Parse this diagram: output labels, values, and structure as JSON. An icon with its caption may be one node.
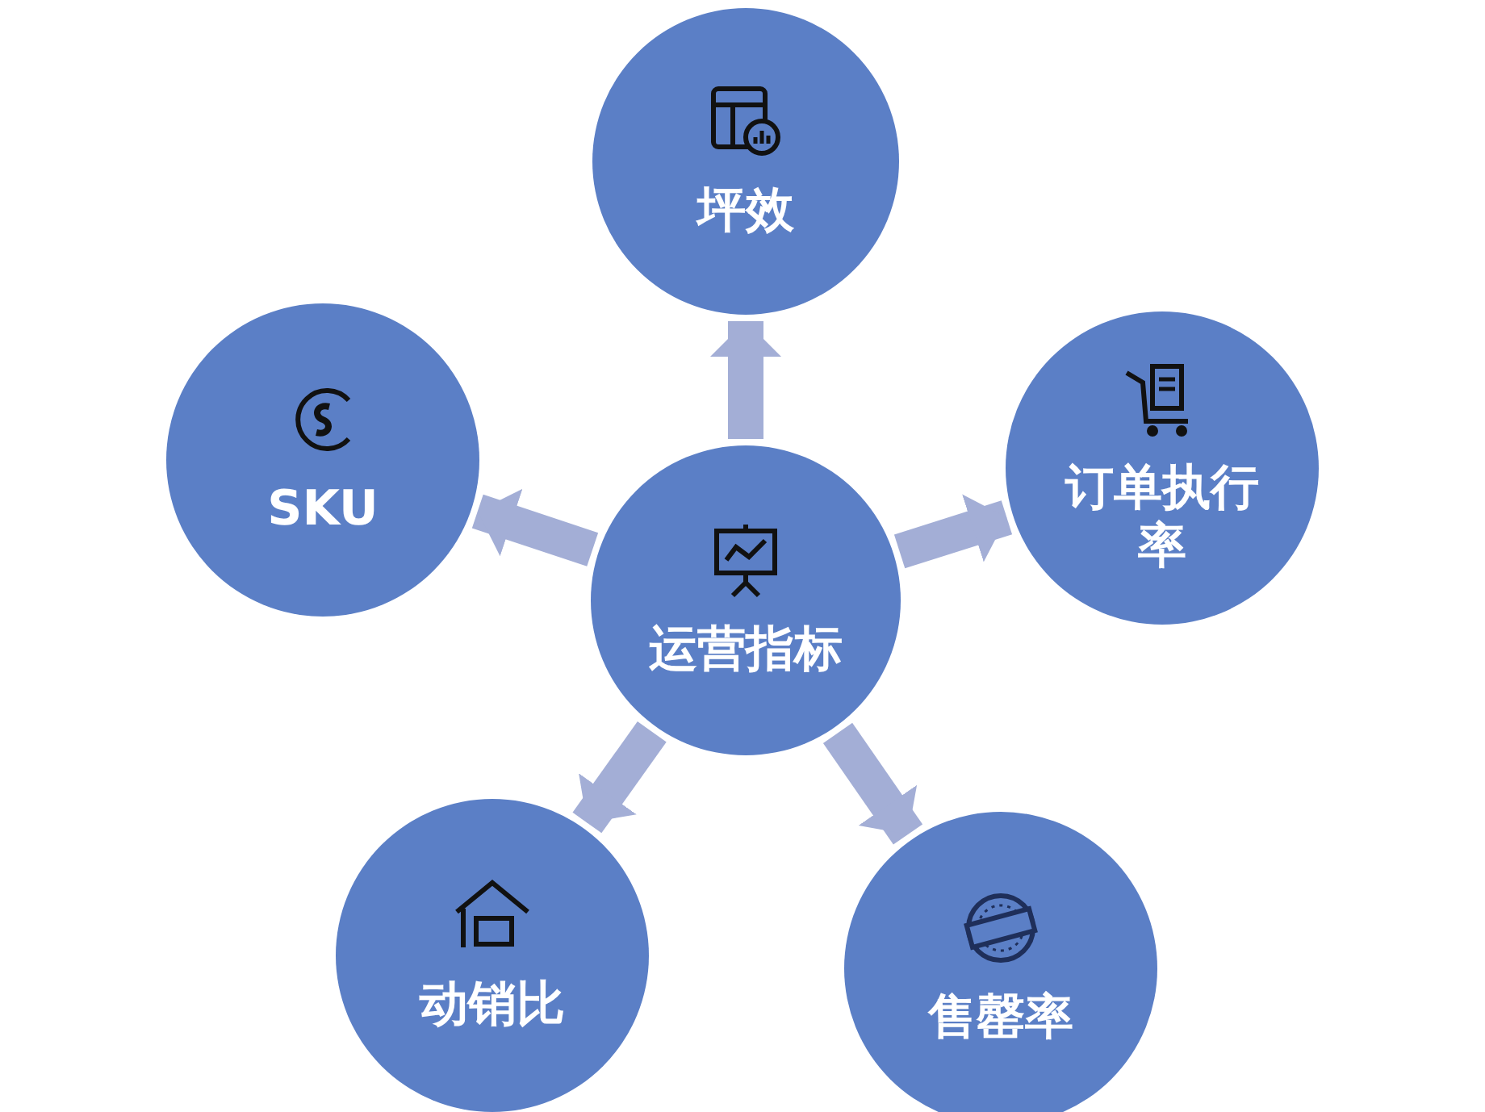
{
  "diagram": {
    "nodes": [
      {
        "text": [
          "运营指标"
        ]
      },
      {
        "text": [
          "坪效"
        ]
      },
      {
        "text": [
          "SKU"
        ]
      },
      {
        "text": [
          "订单执行率"
        ]
      },
      {
        "text": [
          "动销比"
        ]
      },
      {
        "text": [
          "售罄率"
        ]
      }
    ],
    "edges": [
      {
        "from": 0,
        "to": 1,
        "arrow": "to"
      },
      {
        "from": 0,
        "to": 2,
        "arrow": "to"
      },
      {
        "from": 0,
        "to": 3,
        "arrow": "to"
      },
      {
        "from": 0,
        "to": 4,
        "arrow": "to"
      },
      {
        "from": 0,
        "to": 5,
        "arrow": "to"
      }
    ]
  }
}
